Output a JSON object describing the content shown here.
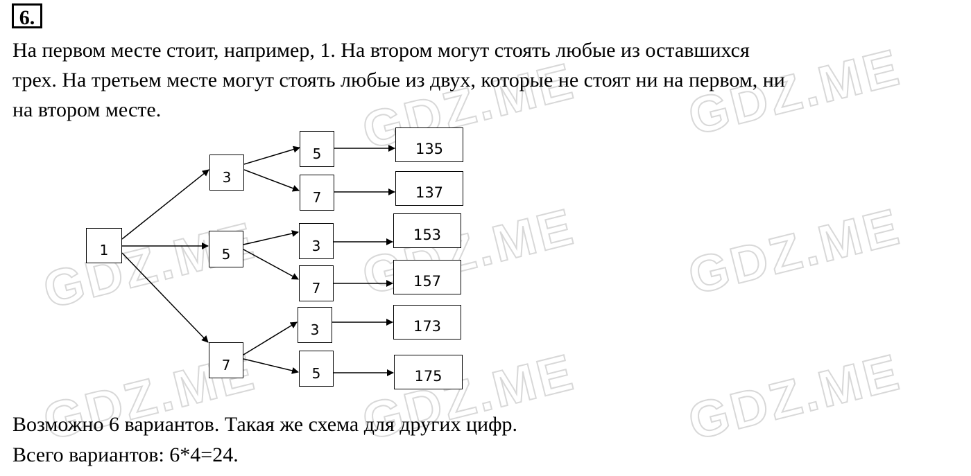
{
  "problem_number": "6.",
  "text_lines": [
    "На первом месте стоит, например, 1. На втором могут стоять любые из оставшихся",
    "трех. На третьем месте могут стоять любые из двух, которые не стоят ни на первом, ни",
    "на втором месте."
  ],
  "tree": {
    "root": "1",
    "level2": [
      "3",
      "5",
      "7"
    ],
    "level3": [
      "5",
      "7",
      "3",
      "7",
      "3",
      "5"
    ],
    "results": [
      "135",
      "137",
      "153",
      "157",
      "173",
      "175"
    ]
  },
  "conclusion_lines": [
    "Возможно 6 вариантов. Такая же схема для других цифр.",
    "Всего вариантов: 6*4=24."
  ],
  "watermark": "GDZ.ME"
}
